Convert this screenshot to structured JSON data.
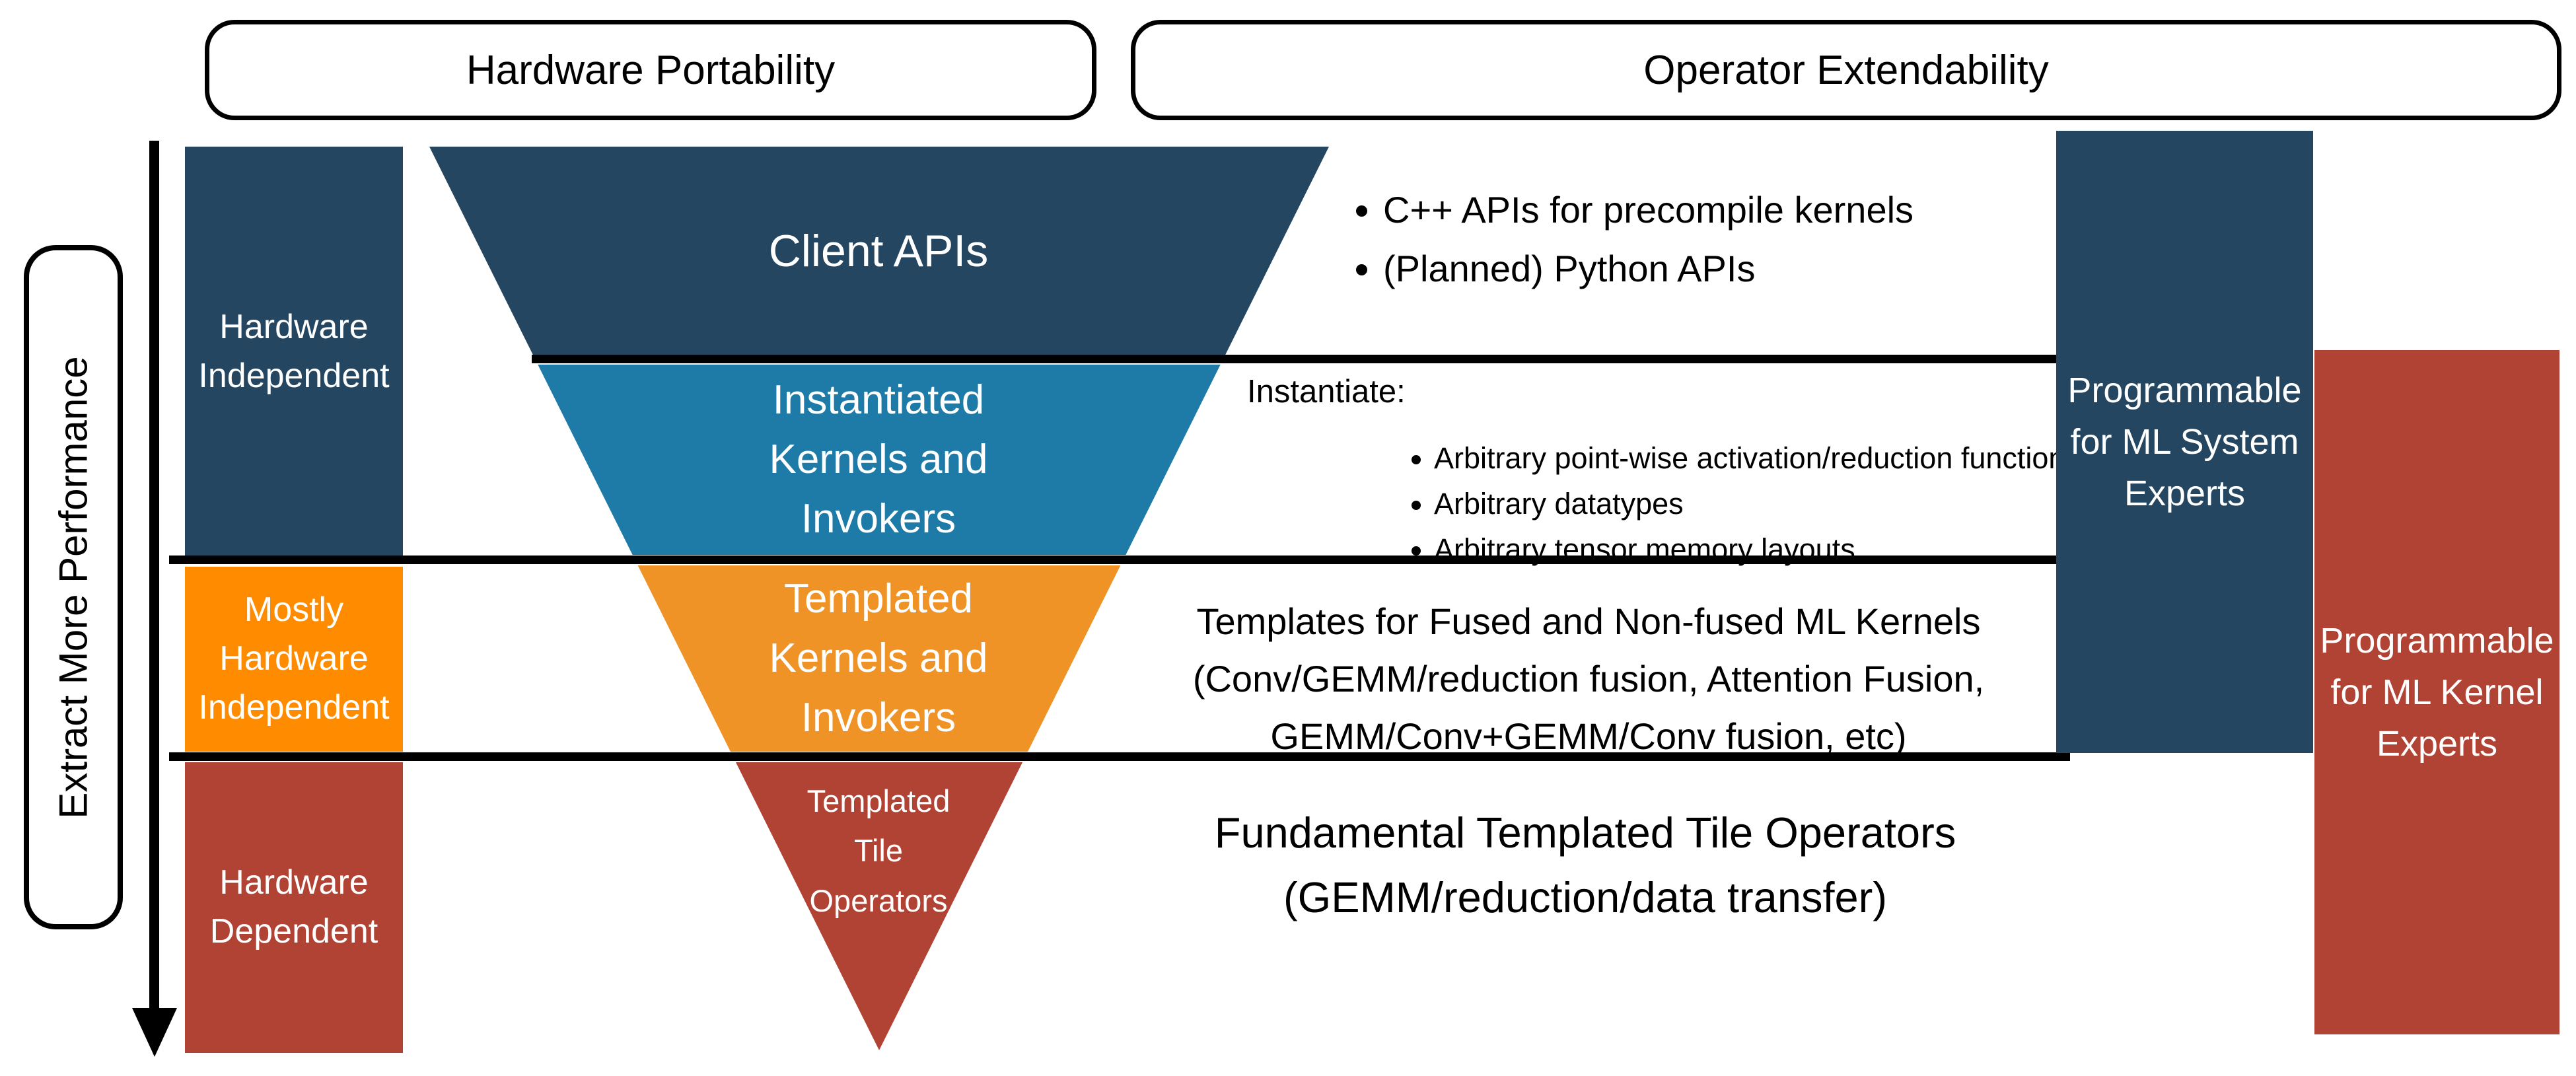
{
  "colors": {
    "navy": "#254660",
    "teal": "#1E7AA6",
    "funnel_orange": "#EF9327",
    "bright_orange": "#FF8C00",
    "brick_red": "#B04334",
    "line_black": "#000000",
    "label_white": "#FFFFFF"
  },
  "header": {
    "hardware_portability": "Hardware Portability",
    "operator_extendability": "Operator Extendability"
  },
  "left_axis": {
    "label": "Extract More Performance"
  },
  "left_column": {
    "hardware_independent": "Hardware\nIndependent",
    "mostly_hardware_independent": "Mostly\nHardware\nIndependent",
    "hardware_dependent": "Hardware\nDependent"
  },
  "funnel": {
    "client_apis": "Client APIs",
    "instantiated_kernels": "Instantiated\nKernels and\nInvokers",
    "templated_kernels": "Templated\nKernels and\nInvokers",
    "templated_tile_operators": "Templated\nTile\nOperators"
  },
  "annotations": {
    "client_api_bullets": [
      "C++ APIs for precompile kernels",
      "(Planned) Python APIs"
    ],
    "instantiate_heading": "Instantiate:",
    "instantiate_bullets": [
      "Arbitrary point-wise activation/reduction functions",
      "Arbitrary datatypes",
      "Arbitrary tensor memory layouts"
    ],
    "templates_text": "Templates for Fused and Non-fused ML Kernels\n(Conv/GEMM/reduction fusion, Attention Fusion,\nGEMM/Conv+GEMM/Conv fusion, etc)",
    "fundamental_text": "Fundamental Templated Tile Operators\n(GEMM/reduction/data transfer)"
  },
  "right_column": {
    "ml_system_experts": "Programmable\nfor ML System\nExperts",
    "ml_kernel_experts": "Programmable\nfor ML Kernel\nExperts"
  }
}
